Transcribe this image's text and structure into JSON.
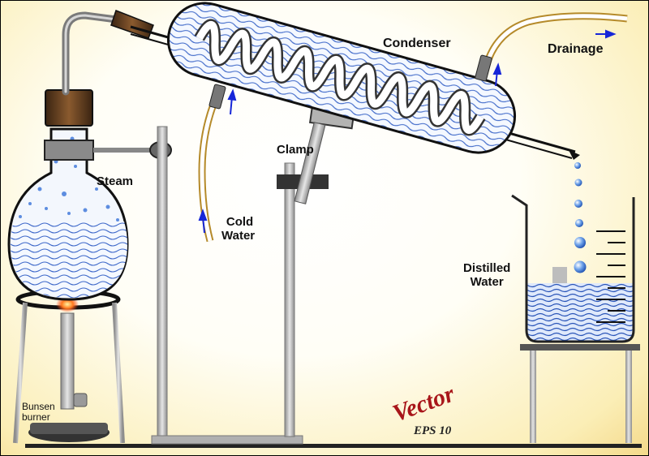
{
  "labels": {
    "condenser": "Condenser",
    "drainage": "Drainage",
    "steam": "Steam",
    "clamp": "Clamp",
    "cold_water_1": "Cold",
    "cold_water_2": "Water",
    "distilled_1": "Distilled",
    "distilled_2": "Water",
    "bunsen_1": "Bunsen",
    "bunsen_2": "burner"
  },
  "watermark": {
    "brand": "Vector",
    "sub": "EPS 10"
  },
  "colors": {
    "water": "#2f5fc4",
    "glass": "#eef3fb",
    "rod": "#b9b9b9",
    "tube": "#b58a2a",
    "arrow": "#1626d8",
    "flame": "#ff5a1f"
  }
}
